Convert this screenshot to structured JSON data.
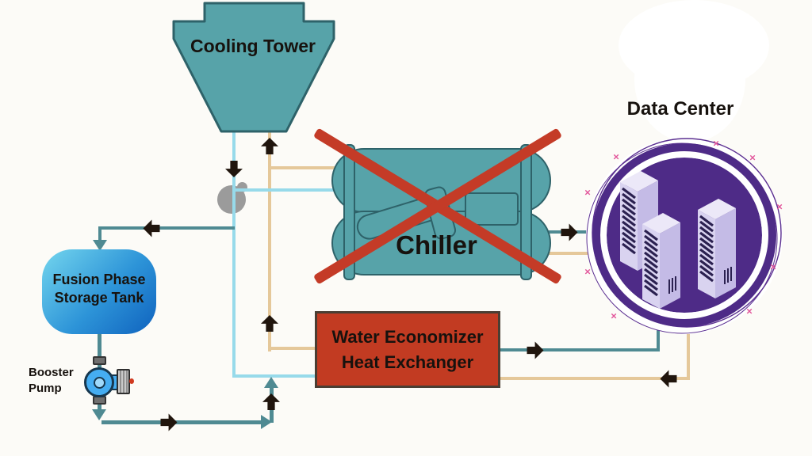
{
  "diagram": {
    "nodes": {
      "cooling_tower": {
        "label": "Cooling Tower"
      },
      "chiller": {
        "label": "Chiller",
        "crossed_out": true
      },
      "data_center": {
        "label": "Data Center"
      },
      "heat_exchanger": {
        "label_line1": "Water Economizer",
        "label_line2": "Heat Exchanger"
      },
      "storage_tank": {
        "label_line1": "Fusion Phase",
        "label_line2": "Storage Tank"
      },
      "booster_pump": {
        "label_line1": "Booster",
        "label_line2": "Pump"
      }
    },
    "edges": [
      {
        "from": "cooling_tower",
        "to": "chiller",
        "line": "supply_cyan"
      },
      {
        "from": "cooling_tower",
        "to": "heat_exchanger",
        "line": "supply_cyan"
      },
      {
        "from": "chiller",
        "to": "cooling_tower",
        "line": "return_tan"
      },
      {
        "from": "heat_exchanger",
        "to": "cooling_tower",
        "line": "return_tan"
      },
      {
        "from": "cooling_tower",
        "to": "storage_tank",
        "line": "flow_teal"
      },
      {
        "from": "storage_tank",
        "to": "booster_pump",
        "line": "flow_teal"
      },
      {
        "from": "booster_pump",
        "to": "heat_exchanger",
        "line": "flow_teal"
      },
      {
        "from": "chiller",
        "to": "data_center",
        "line": "flow_teal"
      },
      {
        "from": "data_center",
        "to": "chiller",
        "line": "return_tan"
      },
      {
        "from": "heat_exchanger",
        "to": "data_center",
        "line": "flow_teal"
      },
      {
        "from": "data_center",
        "to": "heat_exchanger",
        "line": "return_tan"
      }
    ],
    "colors": {
      "equipment_teal": "#57A3A9",
      "equipment_border": "#2E6269",
      "heat_exchanger_red": "#C23B22",
      "data_center_purple": "#4E2B87",
      "tank_gradient_top": "#74D6EE",
      "tank_gradient_bottom": "#0F62BE",
      "supply_cyan": "#97DAEA",
      "return_tan": "#E5C89A",
      "flow_teal": "#4F8A92",
      "arrow_black": "#20150D",
      "cross_red": "#C43B27",
      "sparkle_pink": "#E2569B",
      "pump_blue": "#45ADF2"
    },
    "decorations": {
      "sparkle_char": "×"
    }
  }
}
